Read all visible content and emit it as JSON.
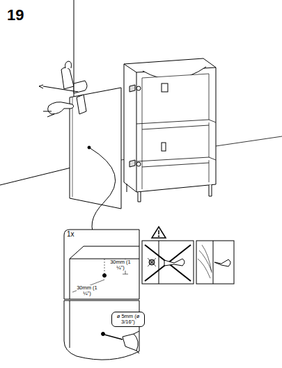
{
  "diagram": {
    "labels": [
      "19",
      "1x",
      "30mm (1 ¼\")",
      "30mm (1 ¼\")",
      "ø 5mm (ø 3/16\")"
    ]
  }
}
